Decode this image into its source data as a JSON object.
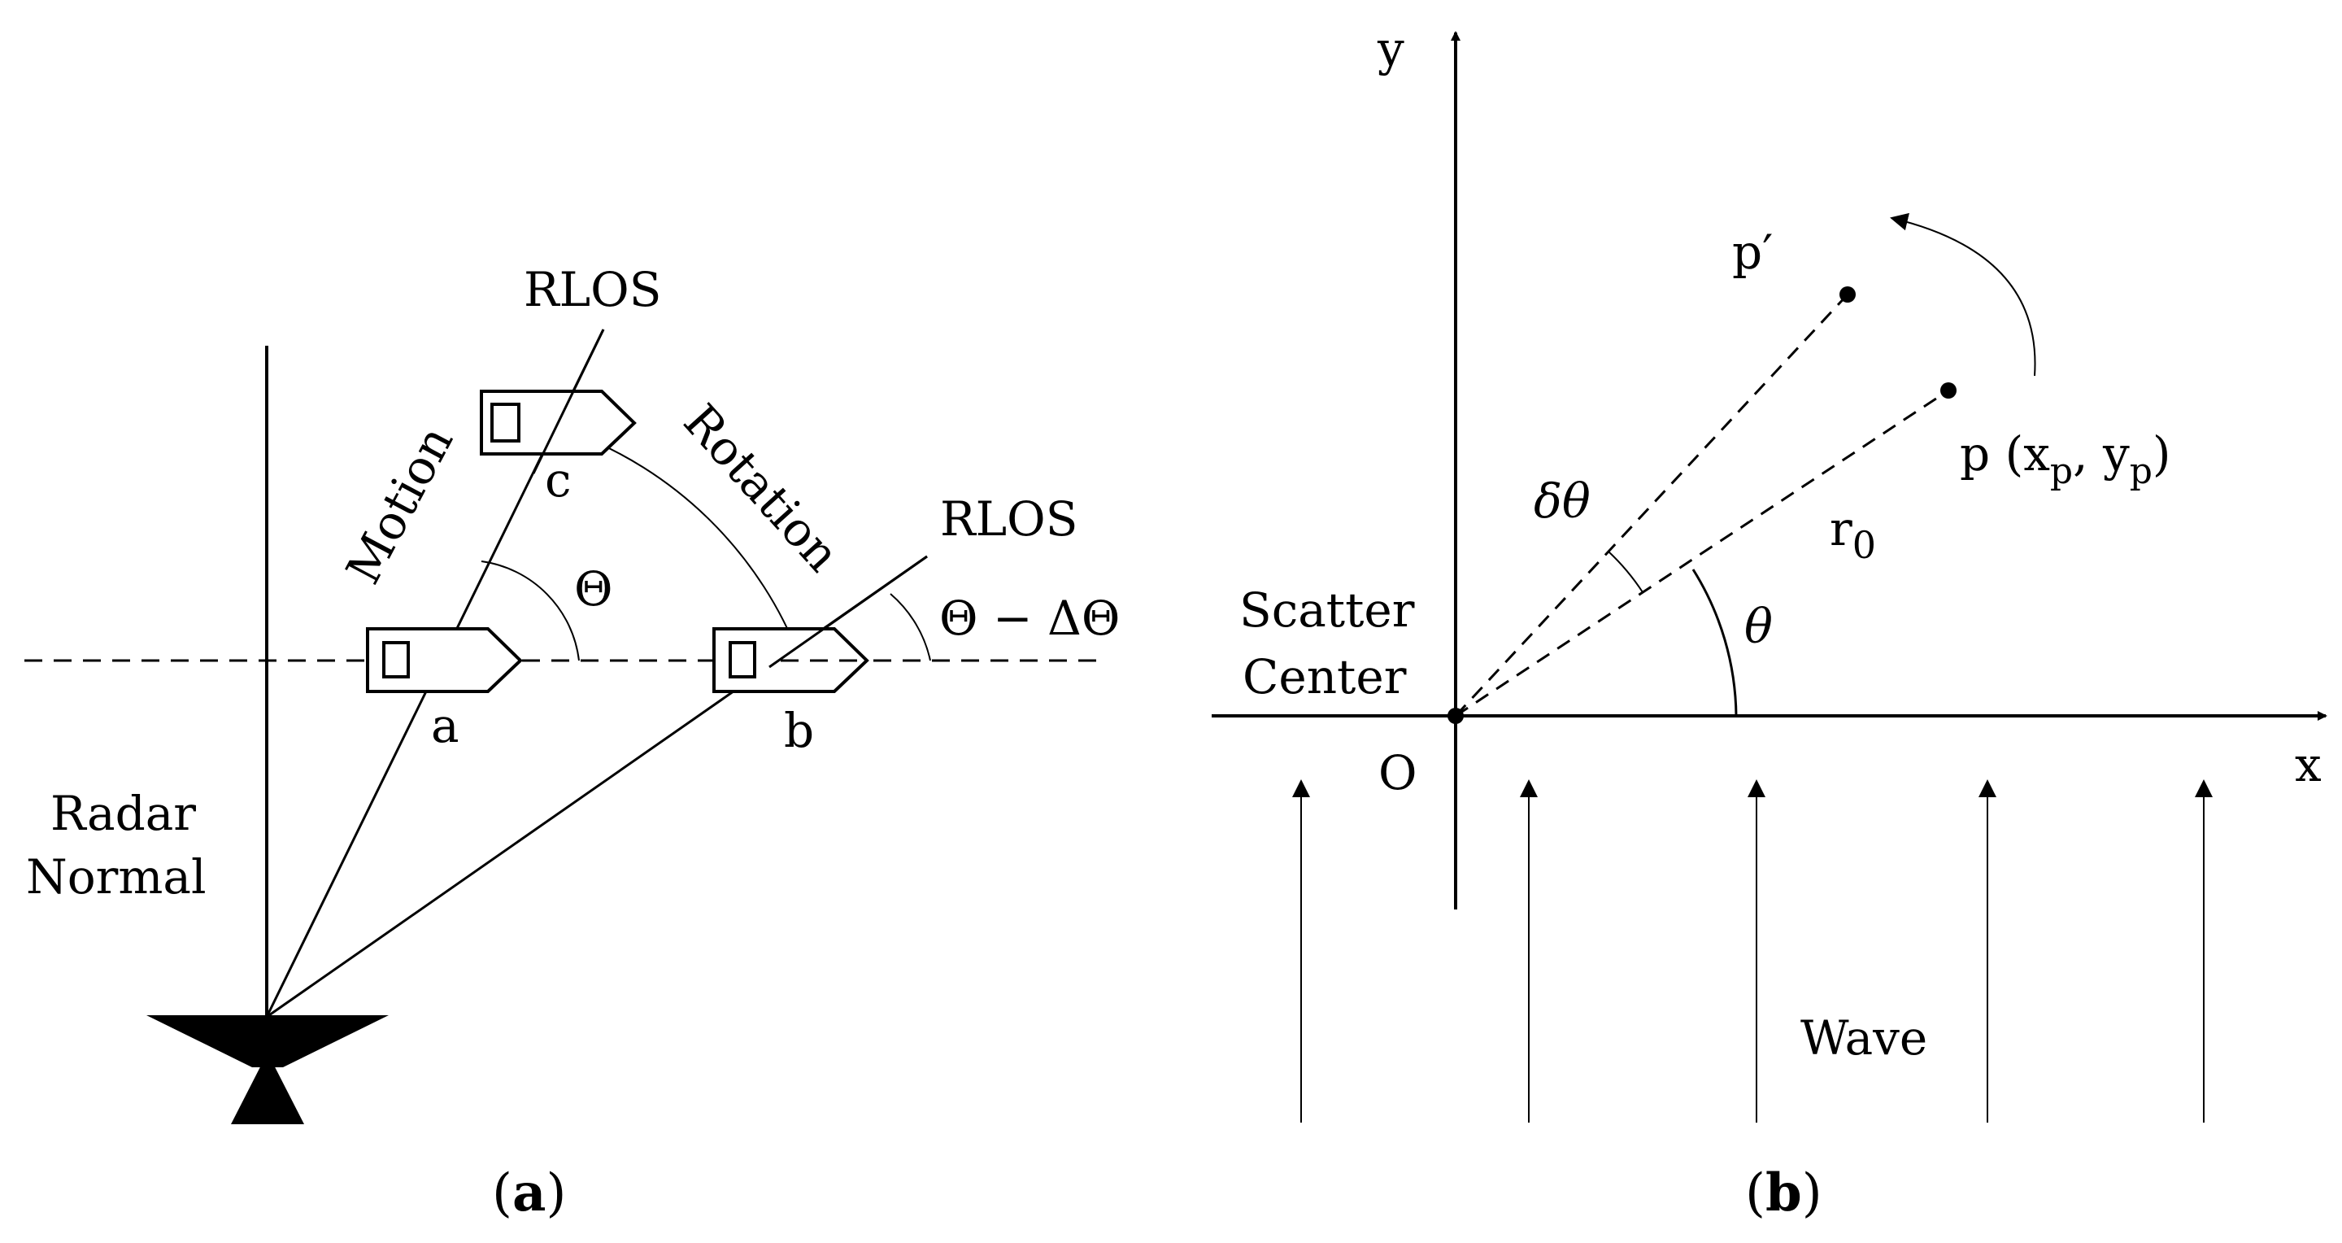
{
  "panel_a": {
    "rlos_upper": "RLOS",
    "rlos_lower": "RLOS",
    "motion": "Motion",
    "rotation": "Rotation",
    "theta": "Θ",
    "theta_minus_delta": "Θ − ΔΘ",
    "pos_a": "a",
    "pos_b": "b",
    "pos_c": "c",
    "radar_normal_line1": "Radar",
    "radar_normal_line2": "Normal",
    "caption_open": "(",
    "caption_letter": "a",
    "caption_close": ")"
  },
  "panel_b": {
    "y_axis": "y",
    "x_axis": "x",
    "origin": "O",
    "p_prime": "p′",
    "point_p": "p (x",
    "p_sub_x": "p",
    "point_p_mid": ", y",
    "p_sub_y": "p",
    "point_p_close": ")",
    "delta_theta": "δθ",
    "r0_main": "r",
    "r0_sub": "0",
    "theta": "θ",
    "scatter_line1": "Scatter",
    "scatter_line2": "Center",
    "wave": "Wave",
    "caption_open": "(",
    "caption_letter": "b",
    "caption_close": ")"
  }
}
